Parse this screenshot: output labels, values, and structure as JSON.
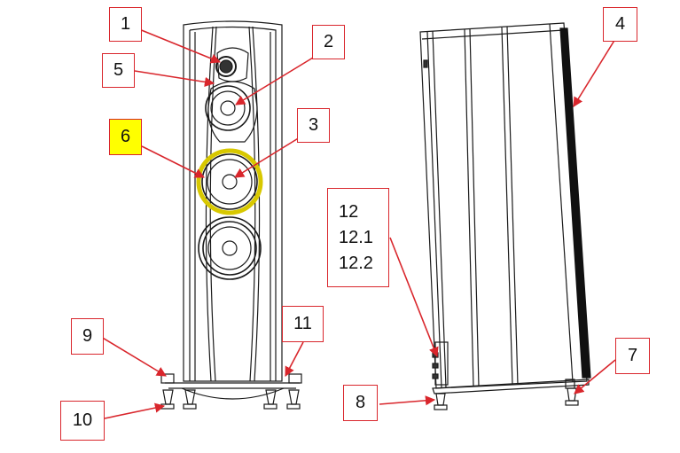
{
  "colors": {
    "accent": "#d9262c",
    "highlight": "#ffff00",
    "ring": "#d8c800",
    "line": "#1a1a1a"
  },
  "labels": {
    "c1": "1",
    "c2": "2",
    "c3": "3",
    "c4": "4",
    "c5": "5",
    "c6": "6",
    "c7": "7",
    "c8": "8",
    "c9": "9",
    "c10": "10",
    "c11": "11",
    "c12a": "12",
    "c12b": "12.1",
    "c12c": "12.2"
  }
}
